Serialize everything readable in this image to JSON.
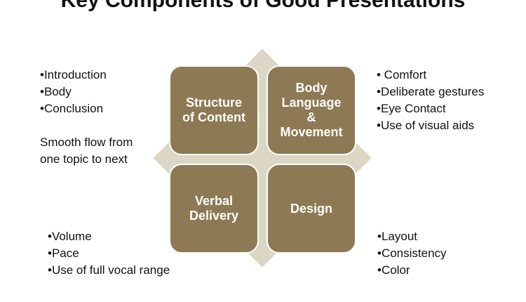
{
  "title": "Key Components of Good Presentations",
  "quadrants": {
    "top_left": {
      "label": "Structure\nof Content",
      "items": [
        "•Introduction",
        "•Body",
        "•Conclusion"
      ],
      "note": "Smooth flow from\none topic to next"
    },
    "top_right": {
      "label": "Body\nLanguage\n&\nMovement",
      "items": [
        "• Comfort",
        "•Deliberate gestures",
        "•Eye Contact",
        "•Use of visual aids"
      ]
    },
    "bottom_left": {
      "label": "Verbal\nDelivery",
      "items": [
        "•Volume",
        "•Pace",
        "•Use of full vocal range"
      ]
    },
    "bottom_right": {
      "label": "Design",
      "items": [
        "•Layout",
        "•Consistency",
        "•Color"
      ]
    }
  },
  "colors": {
    "box_fill": "#8d7953",
    "diamond_fill": "#dcd6c4",
    "box_text": "#ffffff"
  }
}
